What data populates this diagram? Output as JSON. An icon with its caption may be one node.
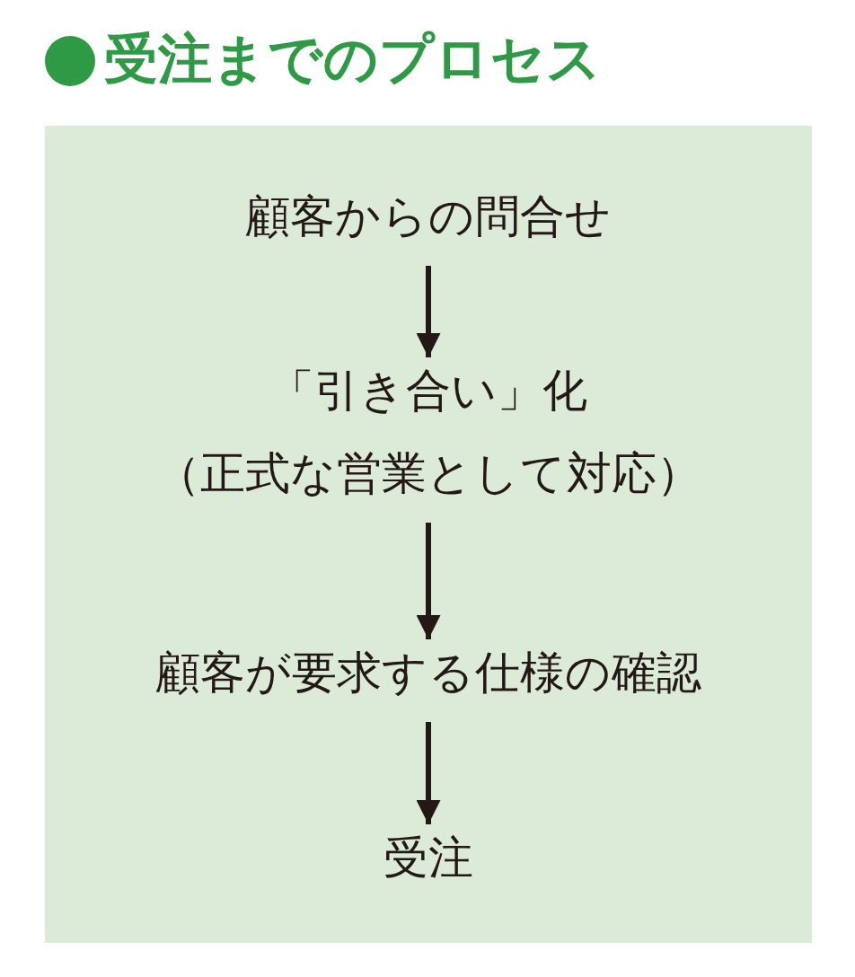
{
  "diagram": {
    "title": "受注までのプロセス",
    "nodes": [
      {
        "text": [],
        "shape": "box"
      },
      {
        "text": [
          "顧客からの問合せ"
        ],
        "in": 0
      },
      {
        "text": [
          "「引き合い」化",
          "（正式な営業として対応）"
        ],
        "in": 0
      },
      {
        "text": [
          "顧客が要求する仕様の確認"
        ],
        "in": 0
      },
      {
        "text": [
          "受注"
        ],
        "in": 0
      }
    ],
    "edges": [
      {
        "from": 1,
        "to": 2,
        "arrow": "to"
      },
      {
        "from": 2,
        "to": 3,
        "arrow": "to"
      },
      {
        "from": 3,
        "to": 4,
        "arrow": "to"
      }
    ]
  }
}
